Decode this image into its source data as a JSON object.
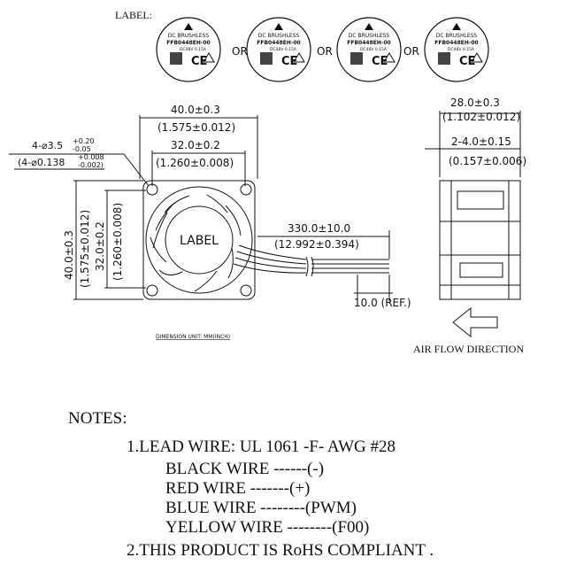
{
  "label_section": {
    "title": "LABEL:",
    "or_text": "OR",
    "labels": [
      {
        "line1": "DC BRUSHLESS",
        "model": "FFB0448EH-00",
        "rating": "DC48V 0.15A"
      },
      {
        "line1": "DC BRUSHLESS",
        "model": "FFB0448EH-00",
        "rating": "DC48V 0.15A"
      },
      {
        "line1": "DC BRUSHLESS",
        "model": "FFB0448EH-00",
        "rating": "DC48V 0.15A"
      },
      {
        "line1": "DC BRUSHLESS",
        "model": "FFB0448EH-00",
        "rating": "DC48V 0.15A"
      }
    ]
  },
  "front_view": {
    "width_mm": "40.0±0.3",
    "width_in": "(1.575±0.012)",
    "pitch_mm": "32.0±0.2",
    "pitch_in": "(1.260±0.008)",
    "hole_mm": "4-⌀3.5",
    "hole_mm_tol_up": "+0.20",
    "hole_mm_tol_dn": "-0.05",
    "hole_in": "(4-⌀0.138",
    "hole_in_tol_up": "+0.008",
    "hole_in_tol_dn": "-0.002)",
    "height_mm": "40.0±0.3",
    "height_in": "(1.575±0.012)",
    "vpitch_mm": "32.0±0.2",
    "vpitch_in": "(1.260±0.008)",
    "hub_label": "LABEL",
    "lead_mm": "330.0±10.0",
    "lead_in": "(12.992±0.394)",
    "strip": "10.0  (REF.)",
    "dim_unit": "DIMENSION UNIT: MM(INCH)"
  },
  "side_view": {
    "depth_mm": "28.0±0.3",
    "depth_in": "(1.102±0.012)",
    "flange_mm": "2-4.0±0.15",
    "flange_in": "(0.157±0.006)",
    "airflow": "AIR FLOW DIRECTION"
  },
  "notes": {
    "title": "NOTES:",
    "lead_wire": "1.LEAD WIRE:  UL 1061 -F- AWG #28",
    "black": "BLACK WIRE ------(-)",
    "red": "RED WIRE -------(+)",
    "blue": "BLUE WIRE --------(PWM)",
    "yellow": "YELLOW WIRE --------(F00)",
    "rohs": "2.THIS PRODUCT IS RoHS COMPLIANT ."
  }
}
